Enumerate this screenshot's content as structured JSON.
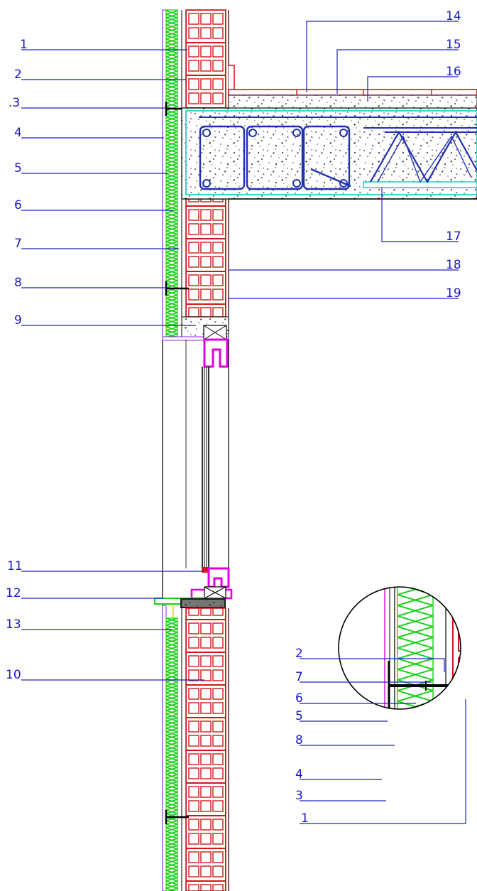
{
  "colors": {
    "leader": "#2020c0",
    "brick": "#d01818",
    "insulation": "#18d018",
    "frame": "#e000e0",
    "cyan": "#10c8c8",
    "concrete_dots": "#202020",
    "rebar": "#2030b0"
  },
  "main_labels": {
    "l1": "1",
    "l2": "2",
    "l3": ".3",
    "l4": "4",
    "l5": "5",
    "l6": "6",
    "l7": "7",
    "l8": "8",
    "l9": "9",
    "l10": "10",
    "l11": "11",
    "l12": "12",
    "l13": "13",
    "l14": "14",
    "l15": "15",
    "l16": "16",
    "l17": "17",
    "l18": "18",
    "l19": "19"
  },
  "detail_labels": {
    "d2": "2",
    "d7": "7",
    "d6": "6",
    "d5": "5",
    "d8": "8",
    "d4": "4",
    "d3": "3",
    "d1": "1"
  }
}
